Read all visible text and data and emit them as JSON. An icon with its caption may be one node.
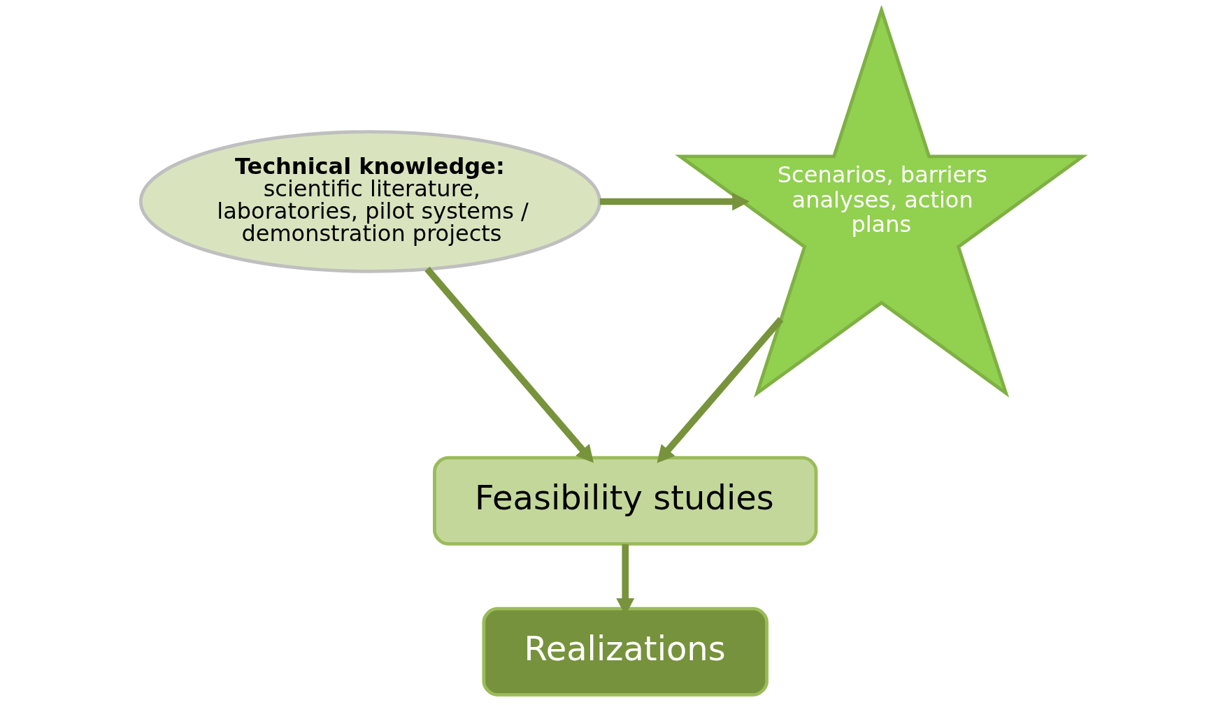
{
  "diagram": {
    "nodes": [
      {
        "text": [
          "Technical knowledge:",
          "scientific literature, laboratories, pilot systems / demonstration projects"
        ]
      },
      {
        "text": [
          "Scenarios, barriers analyses, action plans"
        ]
      },
      {
        "text": [
          "Feasibility studies"
        ]
      },
      {
        "text": [
          "Realizations"
        ]
      }
    ],
    "edges": [
      {
        "from": 0,
        "to": 1,
        "arrow": "to"
      },
      {
        "from": 0,
        "to": 2,
        "arrow": "to"
      },
      {
        "from": 1,
        "to": 2,
        "arrow": "to"
      },
      {
        "from": 2,
        "to": 3,
        "arrow": "to"
      }
    ]
  }
}
